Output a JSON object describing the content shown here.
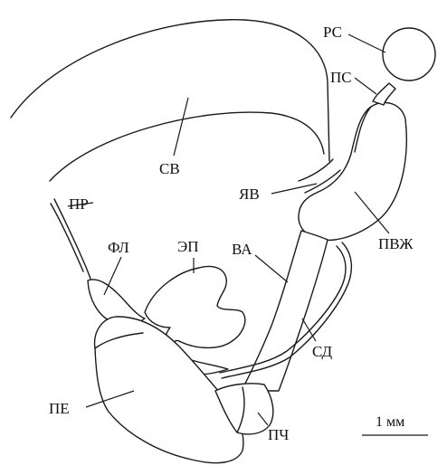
{
  "labels": {
    "rs": "РС",
    "ps": "ПС",
    "sv": "СВ",
    "yav": "ЯВ",
    "pr": "ПР",
    "pvzh": "ПВЖ",
    "fl": "ФЛ",
    "ep": "ЭП",
    "va": "ВА",
    "sd": "СД",
    "pe": "ПЕ",
    "pch": "ПЧ"
  },
  "scale_bar": {
    "label": "1 мм"
  }
}
